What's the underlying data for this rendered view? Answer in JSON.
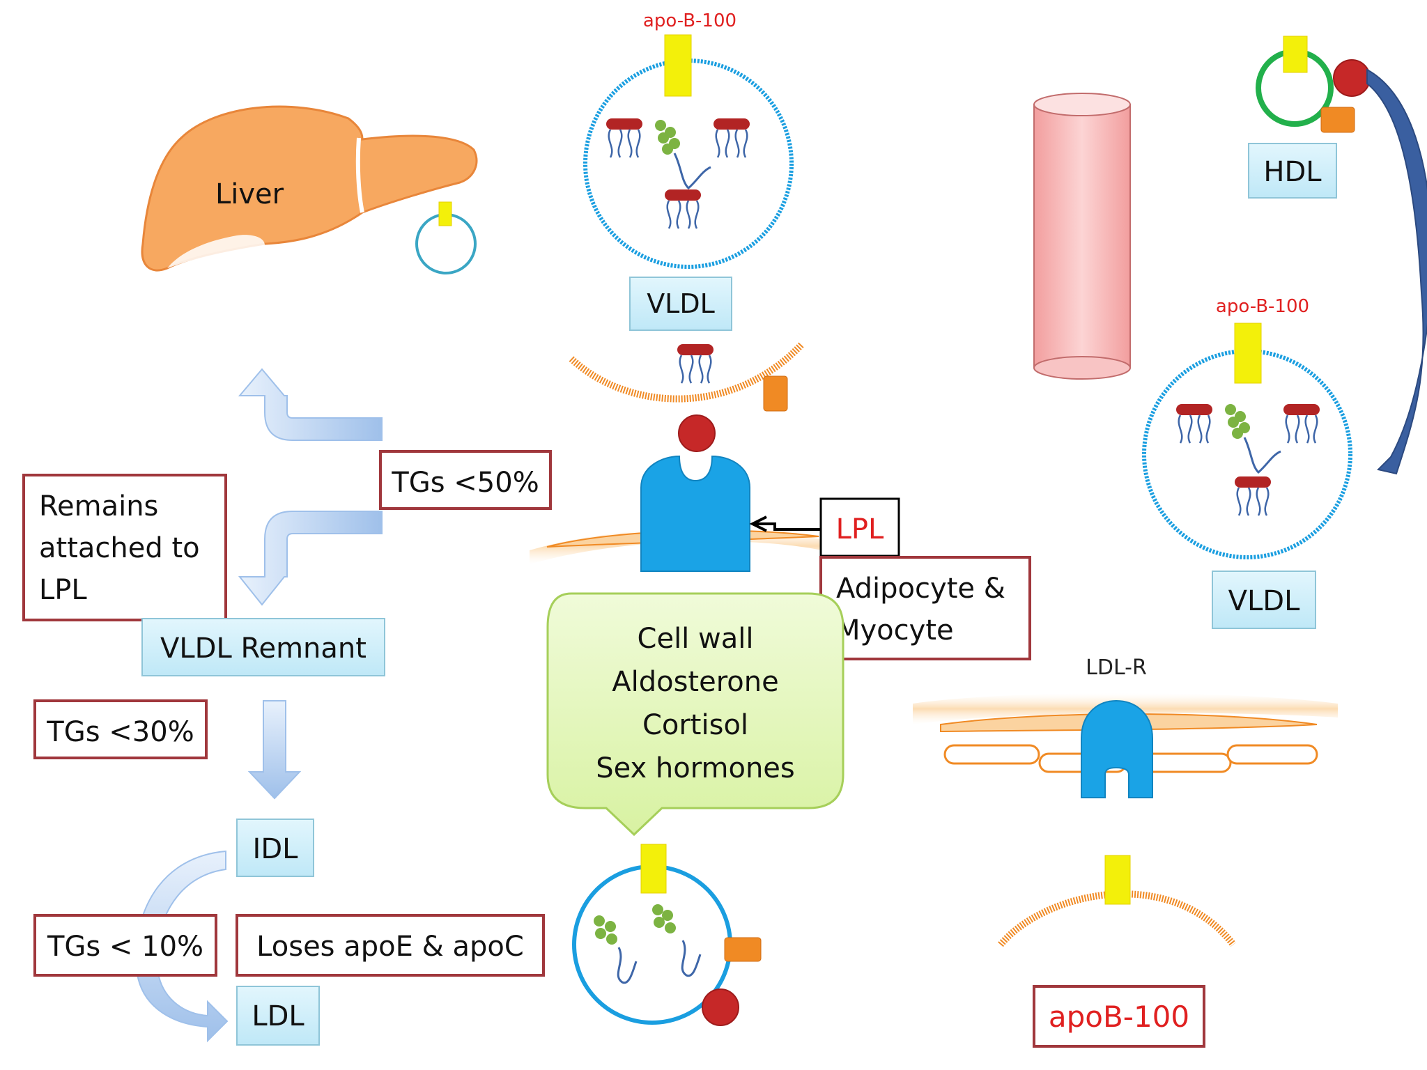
{
  "labels": {
    "apo_b100_top": "apo-B-100",
    "liver": "Liver",
    "vldl_center": "VLDL",
    "hdl": "HDL",
    "apo_b100_right": "apo-B-100",
    "vldl_right": "VLDL",
    "tgs_50": "TGs <50%",
    "remains_line1": "Remains",
    "remains_line2": "attached to",
    "remains_line3": "LPL",
    "vldl_remnant": "VLDL Remnant",
    "lpl": "LPL",
    "adipocyte_line1": "Adipocyte &",
    "adipocyte_line2": "Myocyte",
    "callout_line1": "Cell wall",
    "callout_line2": "Aldosterone",
    "callout_line3": "Cortisol",
    "callout_line4": "Sex hormones",
    "ldl_r": "LDL-R",
    "tgs_30": "TGs <30%",
    "idl": "IDL",
    "tgs_10": "TGs < 10%",
    "loses_apo": "Loses apoE & apoC",
    "ldl": "LDL",
    "apob100_bottom": "apoB-100"
  },
  "colors": {
    "label_box_fill": "#cdeefa",
    "label_box_stroke": "#8fc5d8",
    "red_box_stroke": "#a0373c",
    "red_text": "#e02020",
    "vldl_circle": "#1a9ee0",
    "apo_yellow": "#f3f00a",
    "lipid_red": "#b22424",
    "lipid_green": "#7cb342",
    "chain_blue": "#3e66a8",
    "liver": "#f7a860",
    "hdl_ring": "#22b04b",
    "receptor_blue": "#1aa3e6",
    "membrane_orange": "#f08a24",
    "arrow_blue": "#b7d4f2",
    "callout_green": "#e6f7c2",
    "blood_vessel": "#f6b3b3"
  }
}
